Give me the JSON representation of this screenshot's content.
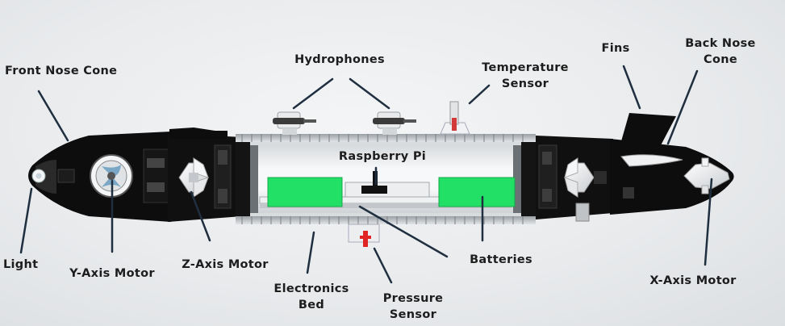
{
  "labels": {
    "front_nose_cone": "Front Nose Cone",
    "hydrophones": "Hydrophones",
    "temperature_sensor_1": "Temperature",
    "temperature_sensor_2": "Sensor",
    "fins": "Fins",
    "back_nose_cone_1": "Back Nose",
    "back_nose_cone_2": "Cone",
    "raspberry_pi": "Raspberry Pi",
    "light": "Light",
    "y_axis_motor": "Y-Axis Motor",
    "z_axis_motor": "Z-Axis Motor",
    "electronics_bed_1": "Electronics",
    "electronics_bed_2": "Bed",
    "pressure_sensor_1": "Pressure",
    "pressure_sensor_2": "Sensor",
    "batteries": "Batteries",
    "x_axis_motor": "X-Axis Motor"
  },
  "colors": {
    "hull": "#0d0d0d",
    "battery": "#22e066",
    "leader": "#1f2f40",
    "pressure_sensor": "#e02424",
    "temperature_sensor": "#d23a3a"
  }
}
